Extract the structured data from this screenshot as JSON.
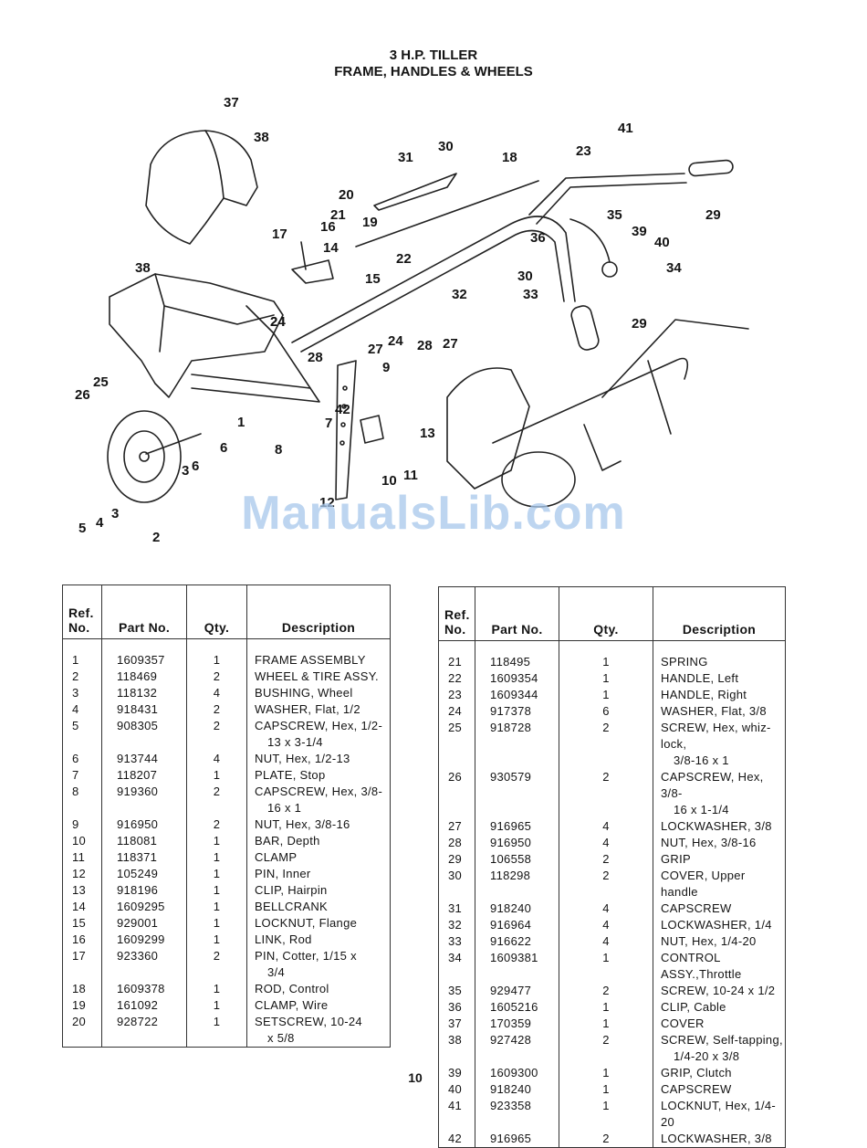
{
  "header": {
    "title_line1": "3 H.P. TILLER",
    "title_line2": "FRAME, HANDLES & WHEELS"
  },
  "watermark": "ManualsLib.com",
  "page_number": "10",
  "diagram": {
    "callouts": [
      "37",
      "38",
      "38",
      "31",
      "30",
      "18",
      "23",
      "41",
      "29",
      "20",
      "21",
      "19",
      "17",
      "16",
      "14",
      "15",
      "22",
      "35",
      "36",
      "39",
      "40",
      "34",
      "32",
      "33",
      "30",
      "24",
      "24",
      "28",
      "27",
      "24",
      "28",
      "27",
      "29",
      "9",
      "25",
      "26",
      "42",
      "7",
      "1",
      "6",
      "8",
      "13",
      "3",
      "6",
      "11",
      "10",
      "12",
      "5",
      "4",
      "3",
      "2"
    ]
  },
  "table_headers": {
    "ref": [
      "Ref.",
      "No."
    ],
    "part_no": "Part No.",
    "qty": "Qty.",
    "description": "Description"
  },
  "parts_left": [
    {
      "ref": "1",
      "part": "1609357",
      "qty": "1",
      "desc": [
        "FRAME ASSEMBLY"
      ]
    },
    {
      "ref": "2",
      "part": "118469",
      "qty": "2",
      "desc": [
        "WHEEL & TIRE ASSY."
      ]
    },
    {
      "ref": "3",
      "part": "118132",
      "qty": "4",
      "desc": [
        "BUSHING, Wheel"
      ]
    },
    {
      "ref": "4",
      "part": "918431",
      "qty": "2",
      "desc": [
        "WASHER, Flat, 1/2"
      ]
    },
    {
      "ref": "5",
      "part": "908305",
      "qty": "2",
      "desc": [
        "CAPSCREW, Hex, 1/2-",
        "13 x 3-1/4"
      ]
    },
    {
      "ref": "6",
      "part": "913744",
      "qty": "4",
      "desc": [
        "NUT, Hex, 1/2-13"
      ]
    },
    {
      "ref": "7",
      "part": "118207",
      "qty": "1",
      "desc": [
        "PLATE, Stop"
      ]
    },
    {
      "ref": "8",
      "part": "919360",
      "qty": "2",
      "desc": [
        "CAPSCREW, Hex, 3/8-",
        "16 x 1"
      ]
    },
    {
      "ref": "9",
      "part": "916950",
      "qty": "2",
      "desc": [
        "NUT, Hex, 3/8-16"
      ]
    },
    {
      "ref": "10",
      "part": "118081",
      "qty": "1",
      "desc": [
        "BAR, Depth"
      ]
    },
    {
      "ref": "11",
      "part": "118371",
      "qty": "1",
      "desc": [
        "CLAMP"
      ]
    },
    {
      "ref": "12",
      "part": "105249",
      "qty": "1",
      "desc": [
        "PIN, Inner"
      ]
    },
    {
      "ref": "13",
      "part": "918196",
      "qty": "1",
      "desc": [
        "CLIP, Hairpin"
      ]
    },
    {
      "ref": "14",
      "part": "1609295",
      "qty": "1",
      "desc": [
        "BELLCRANK"
      ]
    },
    {
      "ref": "15",
      "part": "929001",
      "qty": "1",
      "desc": [
        "LOCKNUT, Flange"
      ]
    },
    {
      "ref": "16",
      "part": "1609299",
      "qty": "1",
      "desc": [
        "LINK, Rod"
      ]
    },
    {
      "ref": "17",
      "part": "923360",
      "qty": "2",
      "desc": [
        "PIN, Cotter, 1/15 x",
        "3/4"
      ]
    },
    {
      "ref": "18",
      "part": "1609378",
      "qty": "1",
      "desc": [
        "ROD, Control"
      ]
    },
    {
      "ref": "19",
      "part": "161092",
      "qty": "1",
      "desc": [
        "CLAMP, Wire"
      ]
    },
    {
      "ref": "20",
      "part": "928722",
      "qty": "1",
      "desc": [
        "SETSCREW, 10-24",
        "x 5/8"
      ]
    }
  ],
  "parts_right": [
    {
      "ref": "21",
      "part": "118495",
      "qty": "1",
      "desc": [
        "SPRING"
      ]
    },
    {
      "ref": "22",
      "part": "1609354",
      "qty": "1",
      "desc": [
        "HANDLE, Left"
      ]
    },
    {
      "ref": "23",
      "part": "1609344",
      "qty": "1",
      "desc": [
        "HANDLE, Right"
      ]
    },
    {
      "ref": "24",
      "part": "917378",
      "qty": "6",
      "desc": [
        "WASHER, Flat, 3/8"
      ]
    },
    {
      "ref": "25",
      "part": "918728",
      "qty": "2",
      "desc": [
        "SCREW, Hex, whiz-lock,",
        "3/8-16 x 1"
      ]
    },
    {
      "ref": "26",
      "part": "930579",
      "qty": "2",
      "desc": [
        "CAPSCREW, Hex, 3/8-",
        "16 x 1-1/4"
      ]
    },
    {
      "ref": "27",
      "part": "916965",
      "qty": "4",
      "desc": [
        "LOCKWASHER, 3/8"
      ]
    },
    {
      "ref": "28",
      "part": "916950",
      "qty": "4",
      "desc": [
        "NUT, Hex, 3/8-16"
      ]
    },
    {
      "ref": "29",
      "part": "106558",
      "qty": "2",
      "desc": [
        "GRIP"
      ]
    },
    {
      "ref": "30",
      "part": "118298",
      "qty": "2",
      "desc": [
        "COVER, Upper handle"
      ]
    },
    {
      "ref": "31",
      "part": "918240",
      "qty": "4",
      "desc": [
        "CAPSCREW"
      ]
    },
    {
      "ref": "32",
      "part": "916964",
      "qty": "4",
      "desc": [
        "LOCKWASHER, 1/4"
      ]
    },
    {
      "ref": "33",
      "part": "916622",
      "qty": "4",
      "desc": [
        "NUT, Hex, 1/4-20"
      ]
    },
    {
      "ref": "34",
      "part": "1609381",
      "qty": "1",
      "desc": [
        "CONTROL ASSY.,Throttle"
      ]
    },
    {
      "ref": "35",
      "part": "929477",
      "qty": "2",
      "desc": [
        "SCREW, 10-24 x 1/2"
      ]
    },
    {
      "ref": "36",
      "part": "1605216",
      "qty": "1",
      "desc": [
        "CLIP, Cable"
      ]
    },
    {
      "ref": "37",
      "part": "170359",
      "qty": "1",
      "desc": [
        "COVER"
      ]
    },
    {
      "ref": "38",
      "part": "927428",
      "qty": "2",
      "desc": [
        "SCREW, Self-tapping,",
        "1/4-20 x 3/8"
      ]
    },
    {
      "ref": "39",
      "part": "1609300",
      "qty": "1",
      "desc": [
        "GRIP, Clutch"
      ]
    },
    {
      "ref": "40",
      "part": "918240",
      "qty": "1",
      "desc": [
        "CAPSCREW"
      ]
    },
    {
      "ref": "41",
      "part": "923358",
      "qty": "1",
      "desc": [
        "LOCKNUT, Hex, 1/4-20"
      ]
    },
    {
      "ref": "42",
      "part": "916965",
      "qty": "2",
      "desc": [
        "LOCKWASHER, 3/8"
      ]
    }
  ]
}
